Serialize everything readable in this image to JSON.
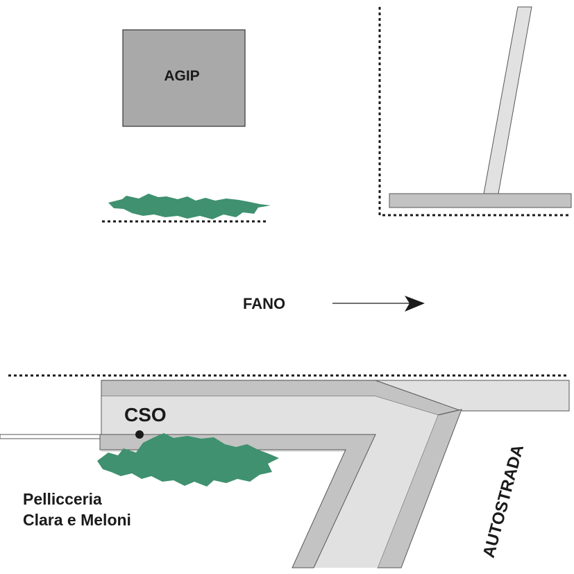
{
  "labels": {
    "agip": "AGIP",
    "fano": "FANO",
    "cso": "CSO",
    "shop_line1": "Pellicceria",
    "shop_line2": "Clara e Meloni",
    "autostrada": "AUTOSTRADA"
  },
  "colors": {
    "building_fill": "#a9a9a9",
    "road_light": "#e1e1e1",
    "road_mid": "#c3c3c3",
    "vegetation": "#3f9170",
    "line": "#1a1a1a",
    "background": "#ffffff"
  }
}
